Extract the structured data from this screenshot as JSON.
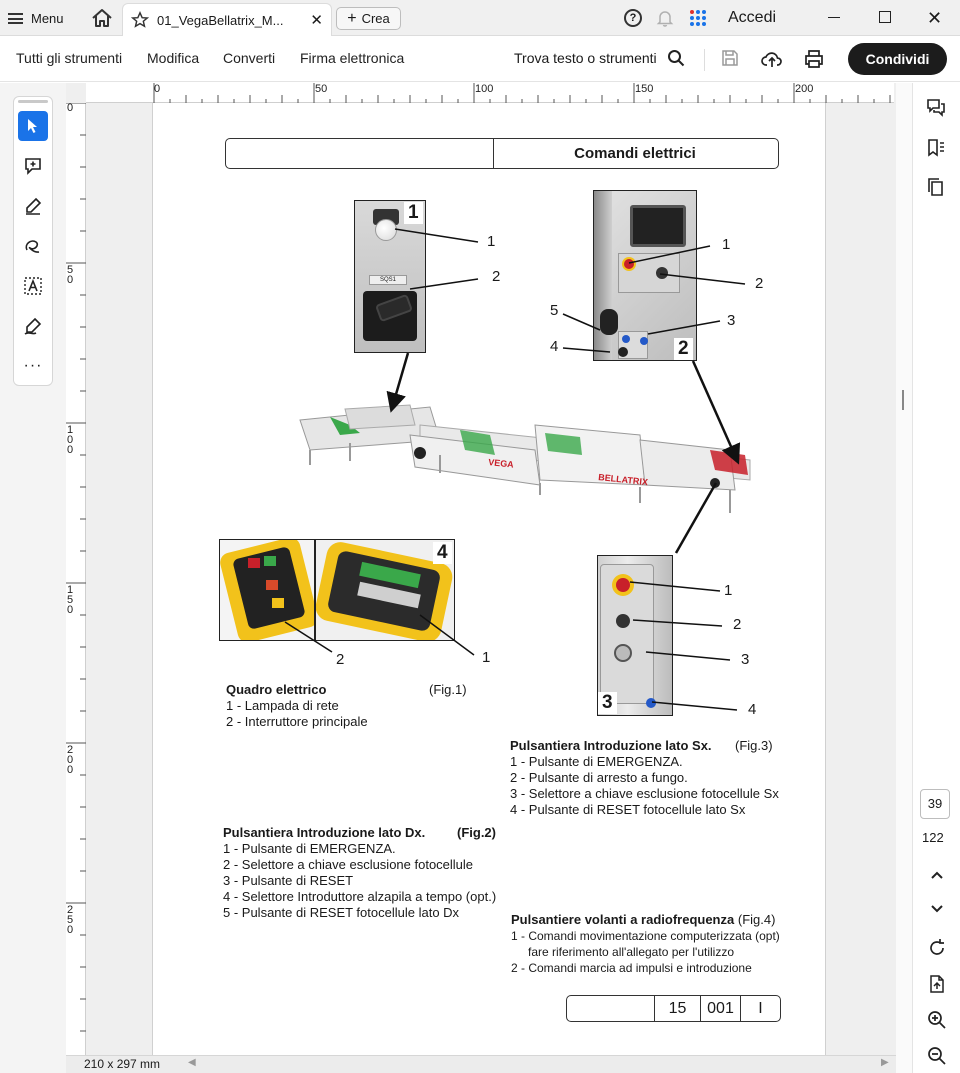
{
  "browser": {
    "menu_label": "Menu",
    "tab_title": "01_VegaBellatrix_M...",
    "create_label": "Crea",
    "sign_in": "Accedi"
  },
  "toolbar": {
    "items": [
      "Tutti gli strumenti",
      "Modifica",
      "Converti",
      "Firma elettronica"
    ],
    "find_label": "Trova testo o strumenti",
    "share_label": "Condividi"
  },
  "left_tools": [
    "select-tool-icon",
    "add-comment-icon",
    "highlight-pen-icon",
    "freehand-draw-icon",
    "text-recognition-icon",
    "signature-icon",
    "more-tools-icon"
  ],
  "ruler": {
    "horizontal": [
      "0",
      "50",
      "100",
      "150",
      "200"
    ],
    "vertical": [
      "0",
      "5\n0",
      "1\n0\n0",
      "1\n5\n0",
      "2\n0\n0",
      "2\n5\n0"
    ]
  },
  "status": {
    "page_size": "210 x 297 mm"
  },
  "navigation": {
    "current_page": "39",
    "total_pages": "122"
  },
  "document": {
    "title": "Comandi elettrici",
    "fig_numbers": [
      "1",
      "2",
      "3",
      "4"
    ],
    "fig1_callouts": [
      "1",
      "2"
    ],
    "fig2_callouts": [
      "1",
      "2",
      "3",
      "4",
      "5"
    ],
    "fig3_callouts": [
      "1",
      "2",
      "3",
      "4"
    ],
    "fig4_callouts": [
      "2",
      "1"
    ],
    "machine_labels": [
      "VEGA",
      "BELLATRIX"
    ],
    "switch_label": "SQS1",
    "caption_fig1": {
      "title": "Quadro elettrico",
      "ref": "(Fig.1)",
      "items": [
        "1 - Lampada di rete",
        "2 - Interruttore principale"
      ]
    },
    "caption_fig3": {
      "title": "Pulsantiera Introduzione lato Sx.",
      "ref": "(Fig.3)",
      "items": [
        "1 - Pulsante di EMERGENZA.",
        "2 - Pulsante di arresto a fungo.",
        "3 - Selettore a chiave esclusione fotocellule Sx",
        "4 - Pulsante di RESET fotocellule lato Sx"
      ]
    },
    "caption_fig2": {
      "title": "Pulsantiera Introduzione lato Dx.",
      "ref": "(Fig.2)",
      "items": [
        "1 - Pulsante di EMERGENZA.",
        "2 - Selettore a chiave esclusione fotocellule",
        "3 - Pulsante di RESET",
        "4 - Selettore Introduttore alzapila a tempo (opt.)",
        "5 - Pulsante di RESET fotocellule lato Dx"
      ]
    },
    "caption_fig4": {
      "title": "Pulsantiere volanti a radiofrequenza",
      "ref": "(Fig.4)",
      "items": [
        "1 - Comandi movimentazione computerizzata (opt)",
        "fare riferimento all'allegato per l'utilizzo",
        "2 - Comandi marcia ad impulsi e introduzione"
      ]
    },
    "footer": [
      "15",
      "001",
      "I"
    ]
  },
  "colors": {
    "accent": "#1a73e8",
    "share_bg": "#1c1c1c",
    "machine_red": "#c8202a",
    "pendant_yellow": "#f2c21b"
  }
}
